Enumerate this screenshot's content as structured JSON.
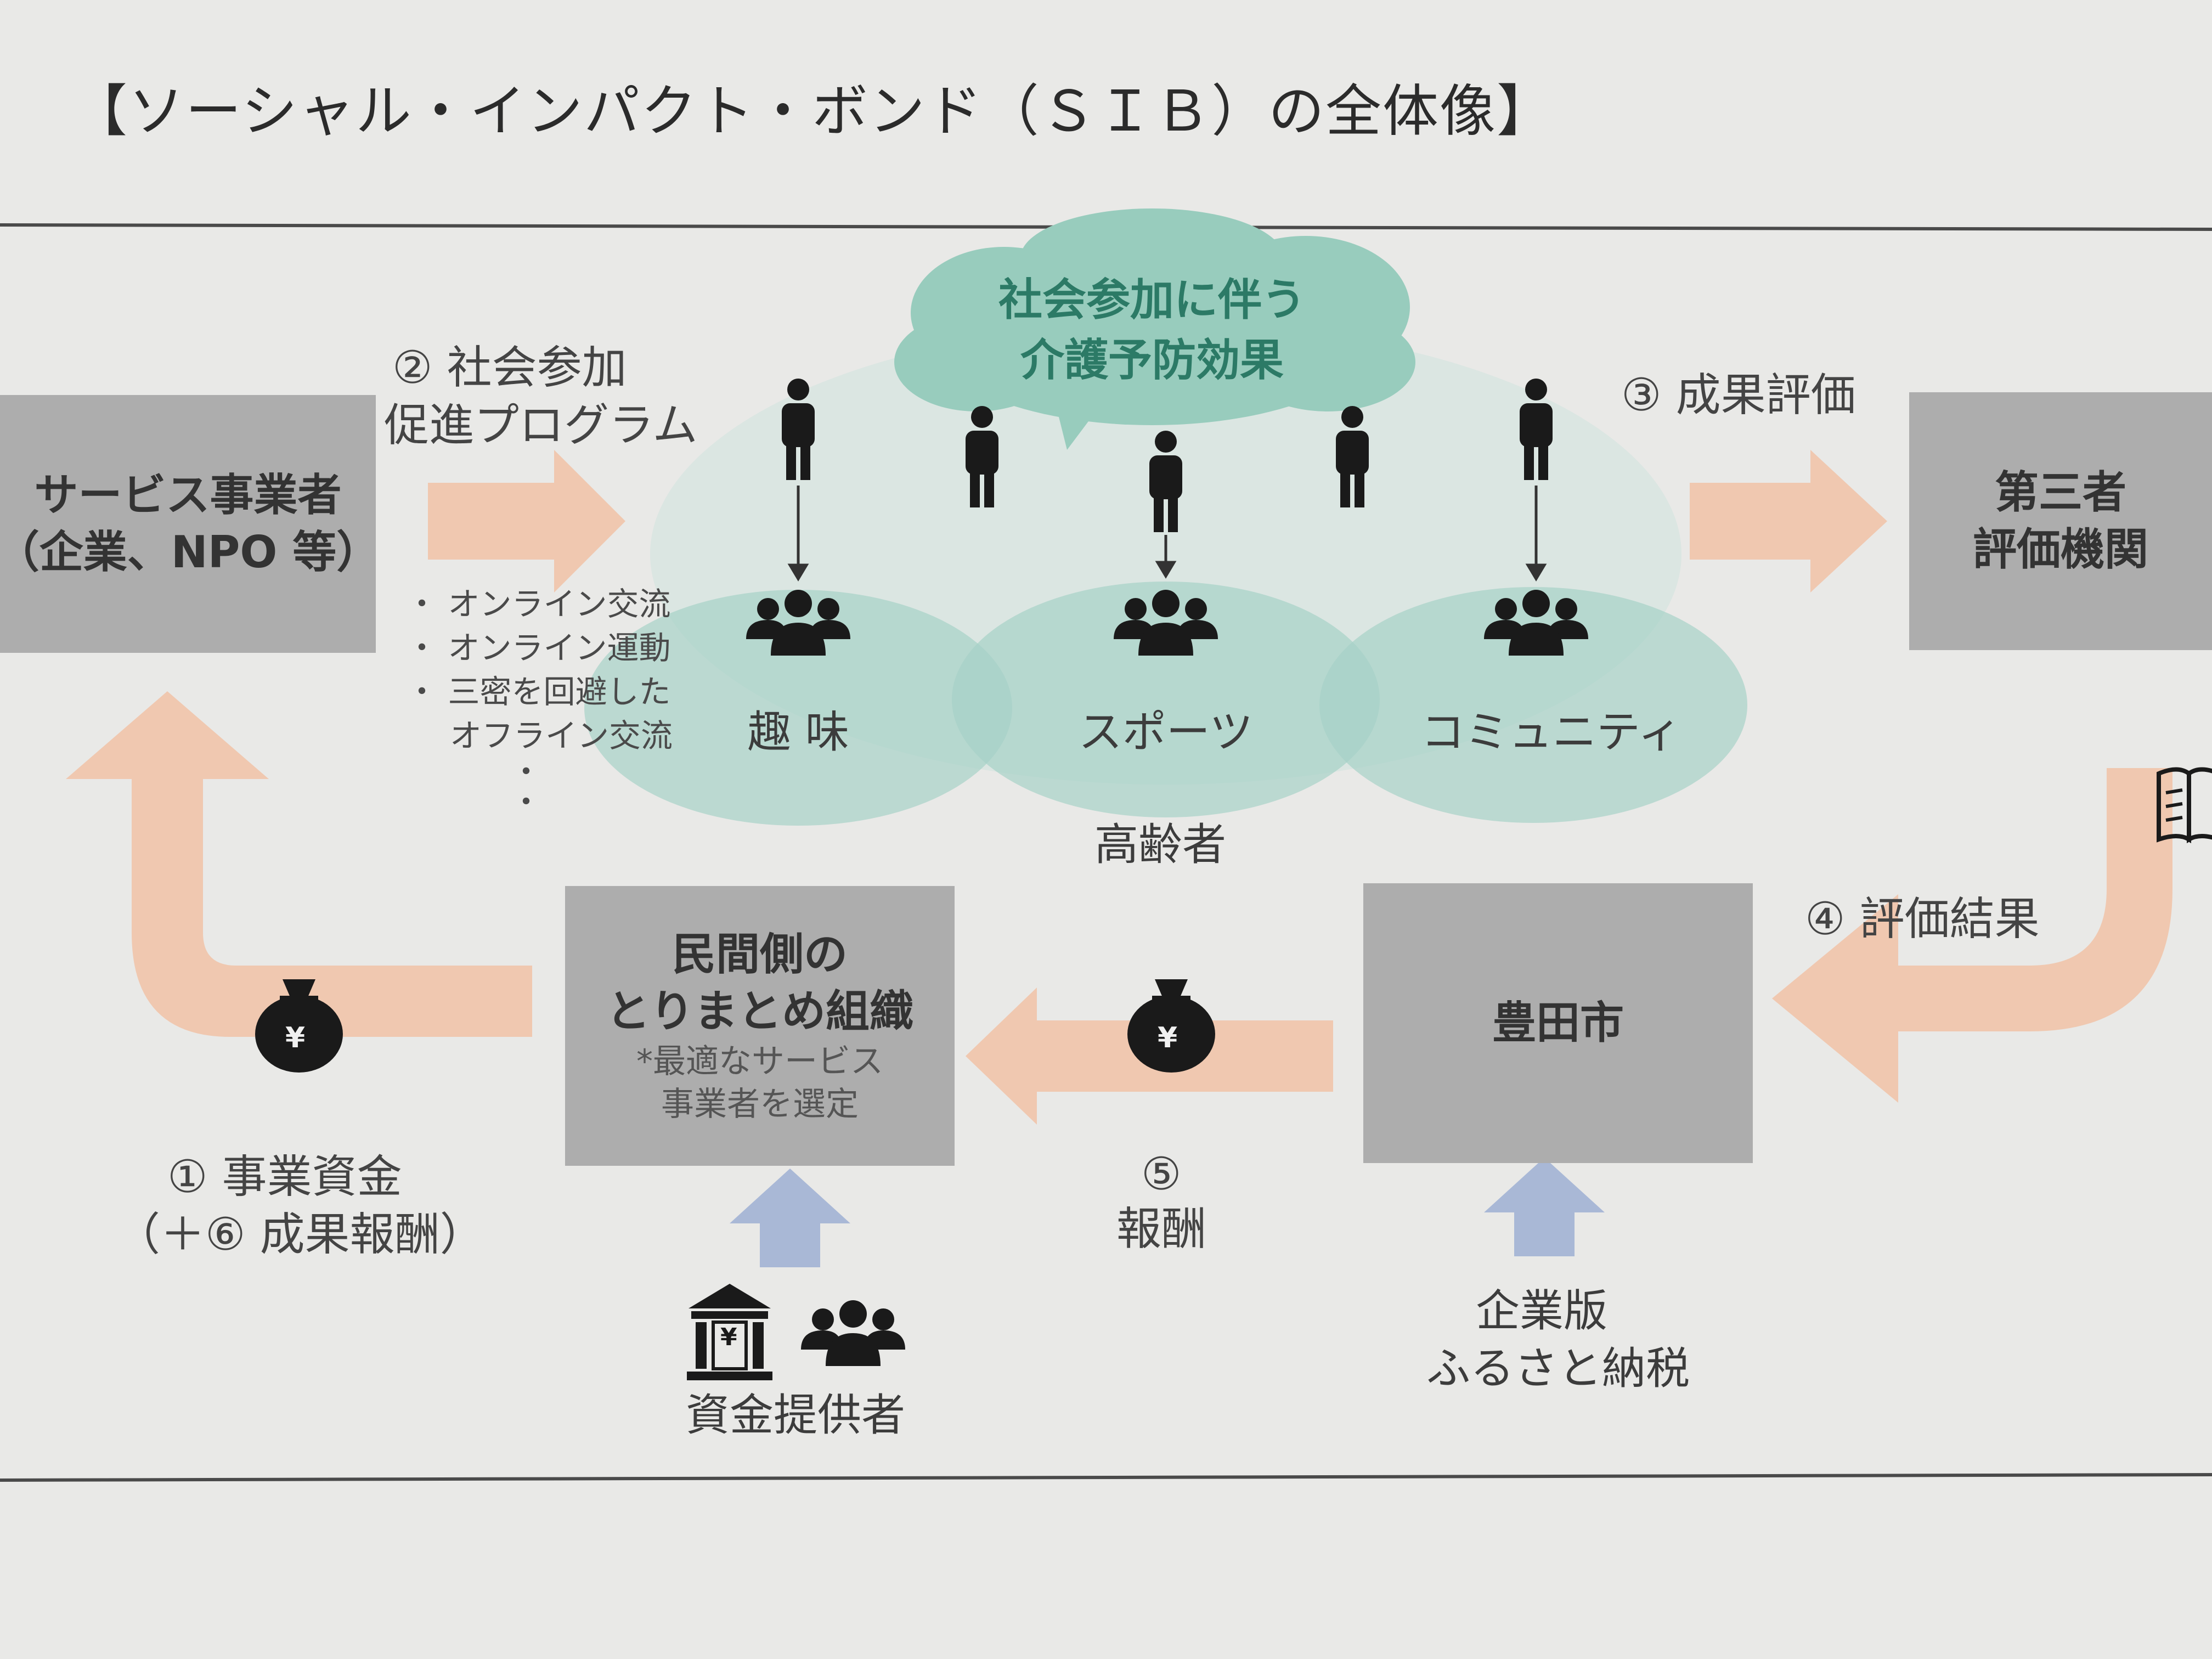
{
  "title": "【ソーシャル・インパクト・ボンド（ＳＩＢ）の全体像】",
  "service_provider": {
    "line1": "サービス事業者",
    "line2": "（企業、NPO 等）"
  },
  "step2": {
    "line1": "② 社会参加",
    "line2": "促進プログラム"
  },
  "program_items": [
    "オンライン交流",
    "オンライン運動",
    "三密を回避した",
    "オフライン交流"
  ],
  "program_more": "・\n・",
  "cloud": {
    "line1": "社会参加に伴う",
    "line2": "介護予防効果"
  },
  "groups": [
    "趣 味",
    "スポーツ",
    "コミュニティ"
  ],
  "elderly_label": "高齢者",
  "step3": "③ 成果評価",
  "third_party": {
    "line1": "第三者",
    "line2": "評価機関"
  },
  "step4": "④ 評価結果",
  "city": "豊田市",
  "intermediary": {
    "line1": "民間側の",
    "line2": "とりまとめ組織",
    "note1": "*最適なサービス",
    "note2": "事業者を選定"
  },
  "step5": {
    "line1": "⑤",
    "line2": "報酬"
  },
  "step1": {
    "line1": "① 事業資金",
    "line2": "（＋⑥ 成果報酬）"
  },
  "funders_label": "資金提供者",
  "tax": {
    "line1": "企業版",
    "line2": "ふるさと納税"
  },
  "yen_symbol": "¥",
  "icons": [
    "person-icon",
    "group-icon",
    "money-bag-icon",
    "bank-icon",
    "book-icon"
  ],
  "colors": {
    "box": "#adadad",
    "arrow_peach": "#f0c8b0",
    "arrow_blue": "#a9b8d6",
    "bubble": "#98ccbd",
    "circle": "#a7d1c7",
    "cloud_text": "#2c7a66"
  }
}
